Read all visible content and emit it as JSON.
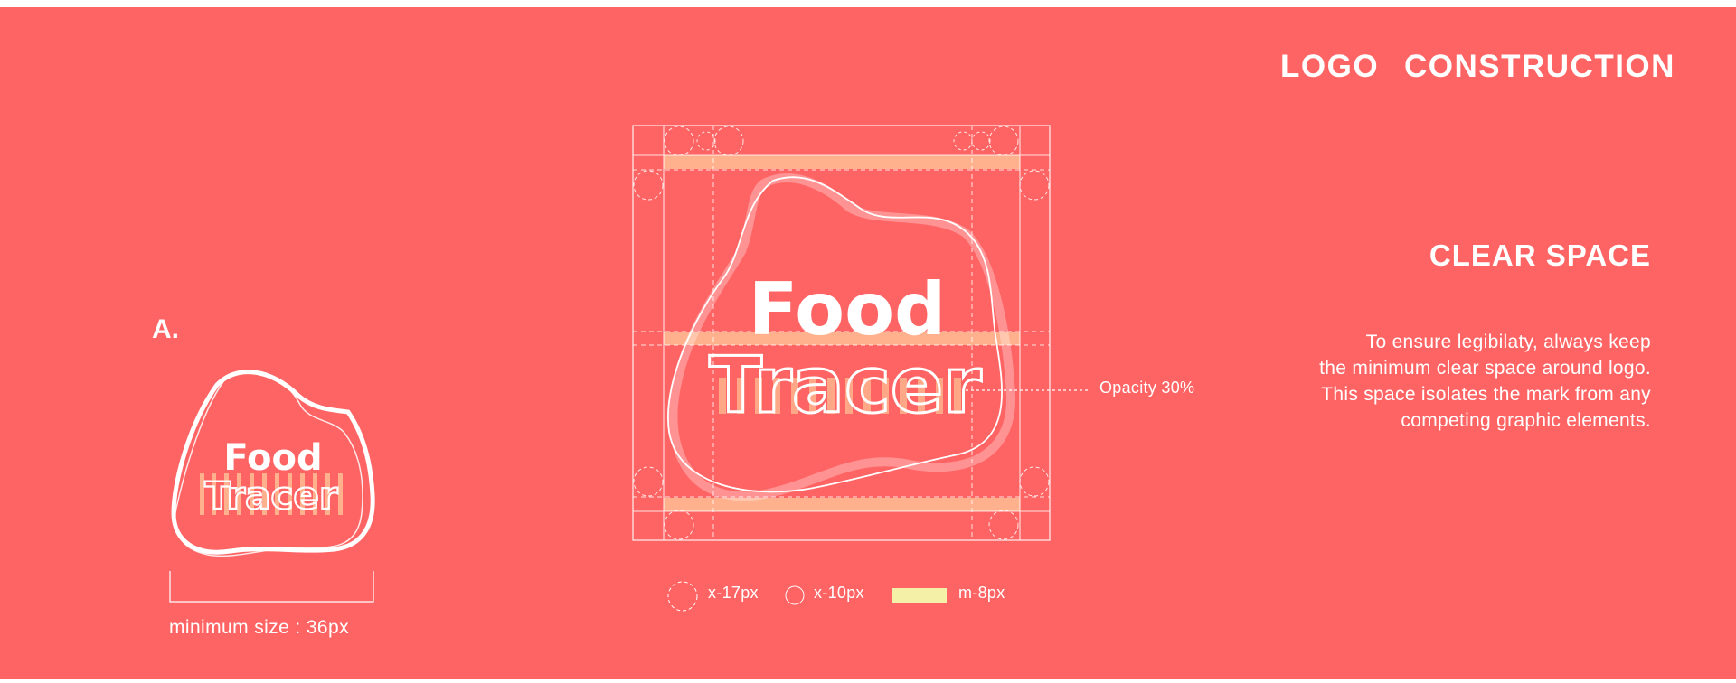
{
  "header": {
    "word1": "LOGO",
    "word2": "CONSTRUCTION"
  },
  "section_title": "CLEAR SPACE",
  "description": [
    "To ensure legibilaty, always keep",
    "the minimum clear space around logo.",
    "This space isolates the mark from any",
    "competing graphic elements."
  ],
  "variant_label": "A.",
  "min_size_label": "minimum size : 36px",
  "opacity_label": "Opacity 30%",
  "logo": {
    "line1": "Food",
    "line2": "Tracer"
  },
  "legend": [
    {
      "icon": "dashed-circle-icon",
      "label": "x-17px"
    },
    {
      "icon": "solid-circle-icon",
      "label": "x-10px"
    },
    {
      "icon": "margin-bar-icon",
      "label": "m-8px"
    }
  ],
  "colors": {
    "background": "#ff6464",
    "foreground": "#ffffff",
    "margin_band": "#ffb08c",
    "legend_bar": "#f4f0a8"
  }
}
